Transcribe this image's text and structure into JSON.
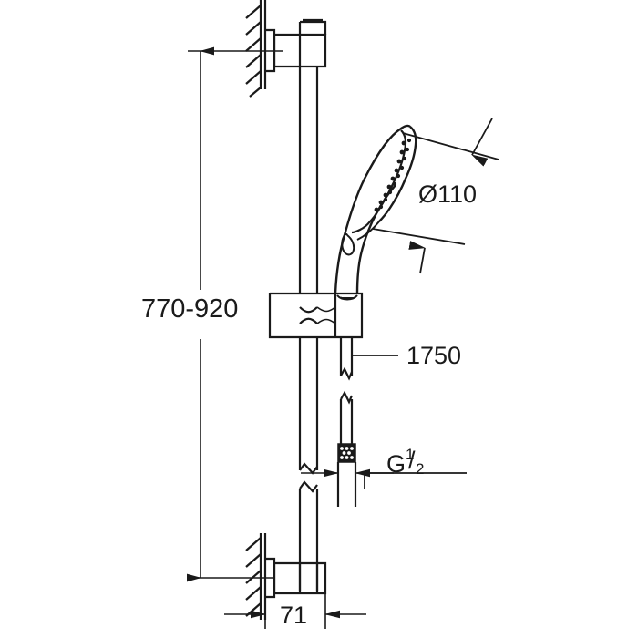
{
  "drawing": {
    "type": "technical-line-drawing",
    "subject": "shower-rail-set",
    "background_color": "#ffffff",
    "line_color": "#1a1a1a",
    "dimensions": {
      "rail_height_range": "770-920",
      "shower_head_diameter": "Ø110",
      "hose_length": "1750",
      "wall_projection": "71",
      "thread_prefix": "G",
      "thread_numerator": "1",
      "thread_denominator": "2",
      "thread_slash": "/"
    },
    "components": [
      "wall-mount-top-bracket",
      "wall-mount-bottom-bracket",
      "vertical-rail",
      "sliding-holder",
      "hand-shower-head",
      "flexible-hose",
      "hose-connector-nut"
    ]
  }
}
